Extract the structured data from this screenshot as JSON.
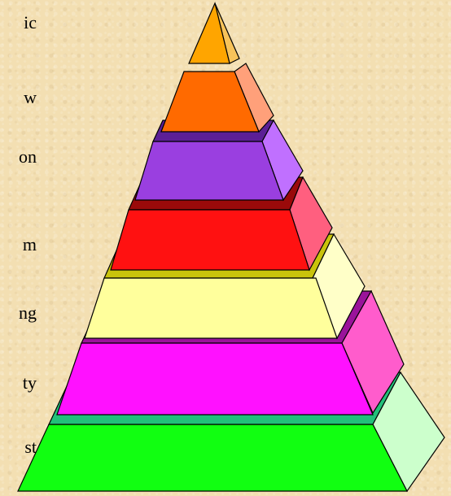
{
  "labels": {
    "l1": "ic",
    "l2": "w",
    "l3": "on",
    "l4": "m",
    "l5": "ng",
    "l6": "ty",
    "l7": "st"
  },
  "colors": {
    "l1": [
      "#ffa500",
      "#f7c35a"
    ],
    "l2": [
      "#ff6a00",
      "#ffa07a"
    ],
    "l3": [
      "#9a3fe0",
      "#c070ff",
      "#5c1f96"
    ],
    "l4": [
      "#ff1111",
      "#ff5f7f",
      "#9a0a0a"
    ],
    "l5": [
      "#ffff9c",
      "#ffffc8",
      "#c9c30c"
    ],
    "l6": [
      "#ff11ff",
      "#ff5ccc",
      "#9a139a"
    ],
    "l7": [
      "#11ff11",
      "#ccffcc",
      "#22c07a"
    ]
  }
}
